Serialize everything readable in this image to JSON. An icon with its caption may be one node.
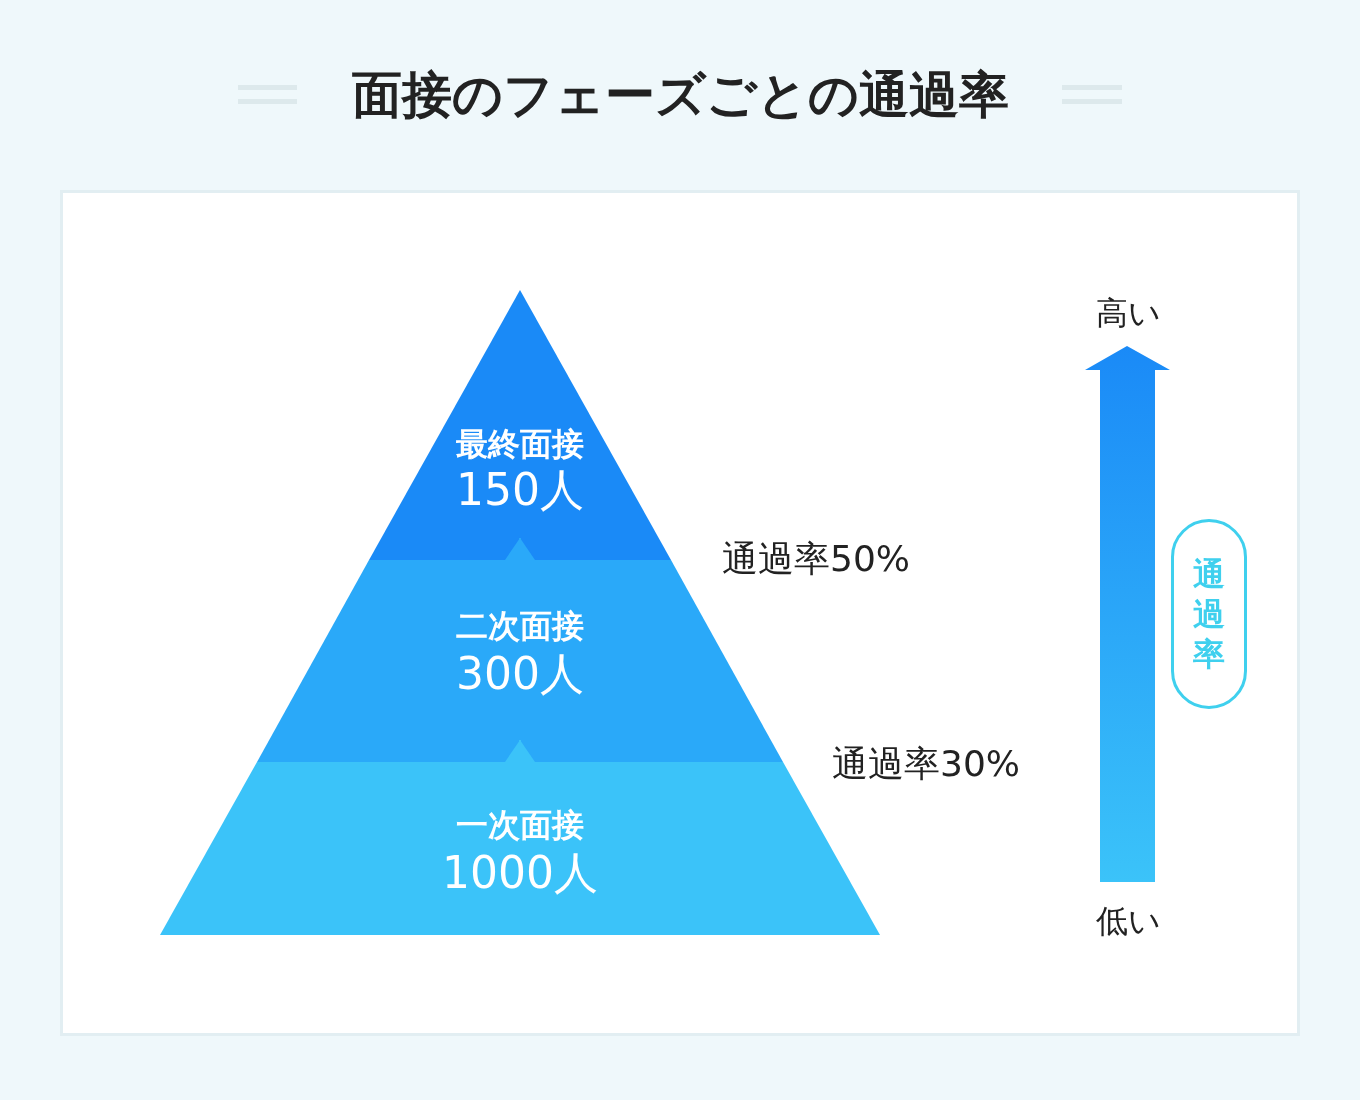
{
  "diagram": {
    "title": "面接のフェーズごとの通過率",
    "nodes": [
      {
        "text": [
          "最終面接",
          "150人"
        ]
      },
      {
        "text": [
          "二次面接",
          "300人"
        ]
      },
      {
        "text": [
          "一次面接",
          "1000人"
        ]
      },
      {
        "text": [
          "通過率"
        ]
      }
    ],
    "edges": [
      {
        "from": 2,
        "to": 1,
        "arrow": "to"
      },
      {
        "from": 1,
        "to": 0,
        "arrow": "to"
      }
    ],
    "labels": [
      "通過率50%",
      "通過率30%",
      "高い",
      "低い"
    ]
  }
}
